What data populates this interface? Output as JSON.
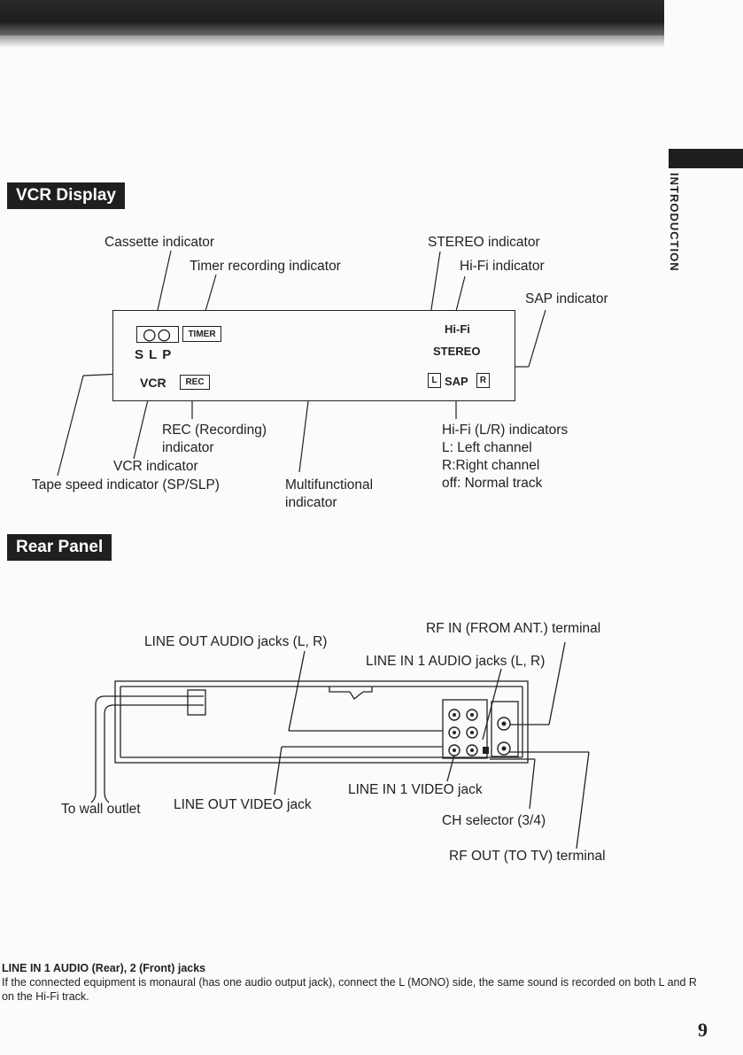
{
  "side_tab": {
    "label": "INTRODUCTION"
  },
  "sections": {
    "display_title": "VCR Display",
    "rear_title": "Rear Panel"
  },
  "display": {
    "cassette": "Cassette indicator",
    "timer": "Timer recording indicator",
    "stereo": "STEREO indicator",
    "hifi": "Hi-Fi indicator",
    "sap": "SAP indicator",
    "rec_line1": "REC (Recording)",
    "rec_line2": "indicator",
    "vcr": "VCR indicator",
    "tape_speed": "Tape speed indicator (SP/SLP)",
    "multi_line1": "Multifunctional",
    "multi_line2": "indicator",
    "lr_lines": [
      "Hi-Fi (L/R) indicators",
      "L: Left channel",
      "R:Right channel",
      "off: Normal track"
    ],
    "lcd": {
      "timer": "TIMER",
      "slp": "S L P",
      "vcr": "VCR",
      "rec": "REC",
      "hifi": "Hi-Fi",
      "stereo": "STEREO",
      "l": "L",
      "sap": "SAP",
      "r": "R"
    }
  },
  "rear": {
    "line_out_audio": "LINE OUT AUDIO jacks (L, R)",
    "rf_in": "RF IN (FROM ANT.) terminal",
    "line_in_audio": "LINE IN 1 AUDIO jacks (L, R)",
    "to_wall": "To wall outlet",
    "line_out_video": "LINE OUT VIDEO jack",
    "line_in_video": "LINE IN 1 VIDEO jack",
    "ch_selector": "CH selector (3/4)",
    "rf_out": "RF OUT (TO TV) terminal"
  },
  "note": {
    "heading": "LINE IN 1 AUDIO (Rear), 2 (Front) jacks",
    "body": "If the connected equipment is monaural (has one audio output jack), connect the L (MONO) side, the same sound is recorded on both L and R on the Hi-Fi track."
  },
  "page_number": "9"
}
